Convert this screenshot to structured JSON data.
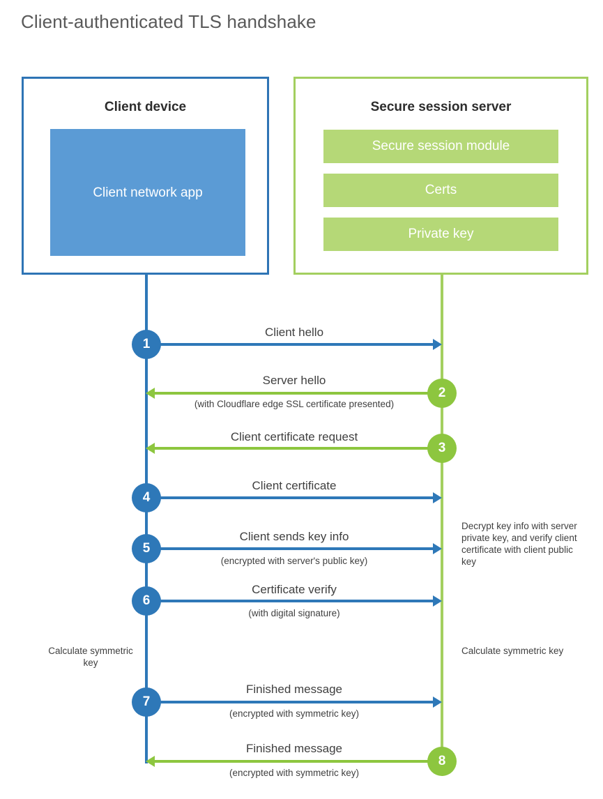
{
  "page_title": "Client-authenticated TLS handshake",
  "colors": {
    "client_border": "#2e74b5",
    "client_fill": "#5b9bd5",
    "client_line": "#2e78b8",
    "server_border": "#a3cf5f",
    "server_fill": "#b5d877",
    "server_line": "#8dc63f",
    "text": "#3f3f3f",
    "title_text": "#595959"
  },
  "parties": {
    "client": {
      "title": "Client device",
      "app_label": "Client network app"
    },
    "server": {
      "title": "Secure session server",
      "components": [
        "Secure session module",
        "Certs",
        "Private key"
      ]
    }
  },
  "steps": [
    {
      "number": "1",
      "label": "Client hello",
      "sublabel": "",
      "direction": "client-to-server",
      "color": "blue"
    },
    {
      "number": "2",
      "label": "Server hello",
      "sublabel": "(with Cloudflare edge SSL certificate presented)",
      "direction": "server-to-client",
      "color": "green"
    },
    {
      "number": "3",
      "label": "Client certificate request",
      "sublabel": "",
      "direction": "server-to-client",
      "color": "green"
    },
    {
      "number": "4",
      "label": "Client certificate",
      "sublabel": "",
      "direction": "client-to-server",
      "color": "blue"
    },
    {
      "number": "5",
      "label": "Client sends key info",
      "sublabel": "(encrypted with server's public key)",
      "direction": "client-to-server",
      "color": "blue"
    },
    {
      "number": "6",
      "label": "Certificate verify",
      "sublabel": "(with digital signature)",
      "direction": "client-to-server",
      "color": "blue"
    },
    {
      "number": "7",
      "label": "Finished message",
      "sublabel": "(encrypted with symmetric key)",
      "direction": "client-to-server",
      "color": "blue"
    },
    {
      "number": "8",
      "label": "Finished message",
      "sublabel": "(encrypted with symmetric key)",
      "direction": "server-to-client",
      "color": "green"
    }
  ],
  "annotations": {
    "server_decrypt": "Decrypt key info with server private key, and verify client certificate with client public key",
    "client_symmetric_key": "Calculate symmetric key",
    "server_symmetric_key": "Calculate symmetric key"
  }
}
